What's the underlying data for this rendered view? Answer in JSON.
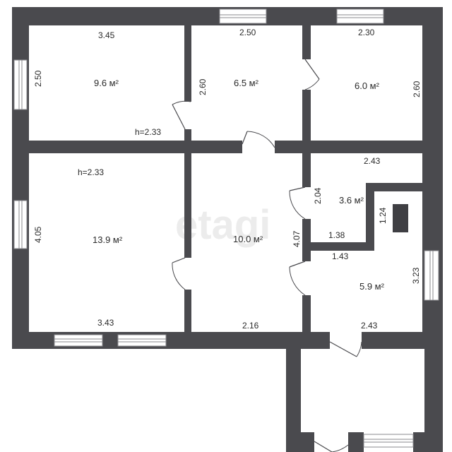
{
  "watermark": "etagi",
  "rooms": [
    {
      "id": "r1",
      "area": "9.6 м²"
    },
    {
      "id": "r2",
      "area": "6.5 м²"
    },
    {
      "id": "r3",
      "area": "6.0 м²"
    },
    {
      "id": "r4",
      "area": "13.9 м²"
    },
    {
      "id": "r5",
      "area": "10.0 м²"
    },
    {
      "id": "r6",
      "area": "3.6 м²"
    },
    {
      "id": "r7",
      "area": "5.9 м²"
    }
  ],
  "dimensions": {
    "r1_top": "3.45",
    "r1_left": "2.50",
    "r1_height": "h=2.33",
    "r2_top": "2.50",
    "r2_left": "2.60",
    "r3_top": "2.30",
    "r3_right": "2.60",
    "r4_height": "h=2.33",
    "r4_left": "4.05",
    "r4_bottom": "3.43",
    "r5_right": "4.07",
    "r5_bottom": "2.16",
    "r6_top": "2.43",
    "r6_left": "2.04",
    "r6_right": "1.24",
    "r6_bottom": "1.38",
    "r7_top": "1.43",
    "r7_right": "3.23",
    "r7_bottom": "2.43"
  }
}
